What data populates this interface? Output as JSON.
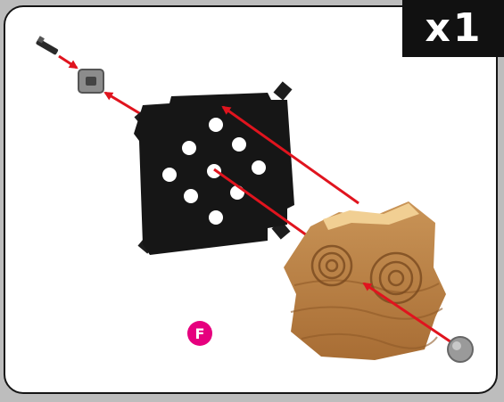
{
  "quantity_label": "x1",
  "step_letter": "F",
  "colors": {
    "background": "#bdbdbd",
    "panel": "#ffffff",
    "quantity_badge": "#111111",
    "step_badge": "#e6007e",
    "arrow": "#e0141e",
    "black_plate": "#161616",
    "wood_tile": "#b27a3f"
  },
  "parts": [
    {
      "name": "pin",
      "icon": "pin-icon"
    },
    {
      "name": "connector",
      "icon": "connector-icon"
    },
    {
      "name": "black-plate",
      "icon": "black-plate-icon"
    },
    {
      "name": "fossil-tile",
      "icon": "fossil-tile-icon"
    },
    {
      "name": "round-cap",
      "icon": "round-cap-icon"
    }
  ]
}
